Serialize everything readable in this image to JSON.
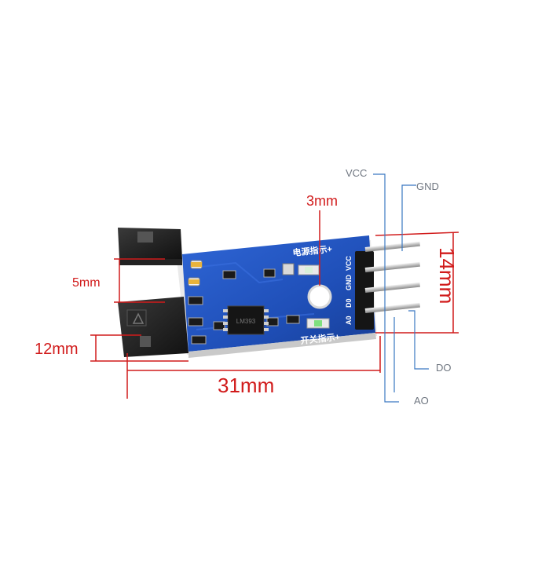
{
  "dimensions": {
    "width": "31mm",
    "height": "14mm",
    "slot_gap": "5mm",
    "slot_height": "12mm",
    "hole": "3mm"
  },
  "pin_labels": {
    "vcc": "VCC",
    "gnd": "GND",
    "do": "DO",
    "ao": "AO"
  },
  "silkscreen": {
    "power_indicator": "电源指示+",
    "switch_indicator": "开关指示+",
    "pin_a0": "A0",
    "pin_d0": "D0",
    "pin_gnd": "GND",
    "pin_vcc": "VCC",
    "chip_marking": "LM393"
  },
  "colors": {
    "pcb_blue": "#1f4fb8",
    "dimension_red": "#d11b1b",
    "callout_blue": "#3a78c2"
  }
}
